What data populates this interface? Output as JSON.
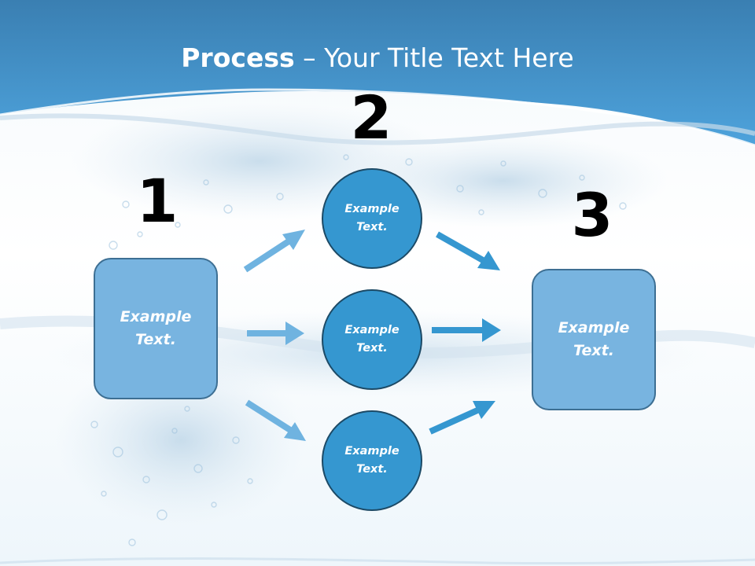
{
  "slide": {
    "title_bold": "Process",
    "title_rest": " – Your Title Text Here",
    "numbers": [
      "1",
      "2",
      "3"
    ],
    "start_box": "Example Text.",
    "end_box": "Example Text.",
    "circles": [
      "Example Text.",
      "Example Text.",
      "Example Text."
    ]
  },
  "colors": {
    "header_blue": "#3d8cc6",
    "box_fill": "#78b4e0",
    "circle_fill": "#3597d0",
    "arrow_light": "#6fb3e0",
    "arrow_dark": "#3597d0"
  }
}
